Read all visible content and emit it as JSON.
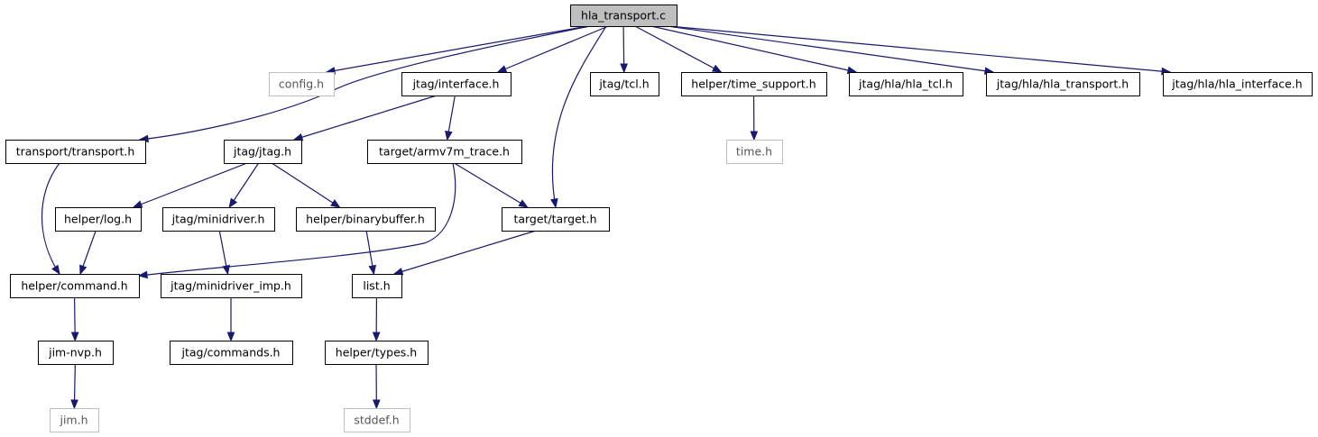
{
  "nodes": [
    {
      "id": "root",
      "label": "hla_transport.c",
      "kind": "root"
    },
    {
      "id": "config",
      "label": "config.h",
      "kind": "external"
    },
    {
      "id": "interface",
      "label": "jtag/interface.h",
      "kind": "file"
    },
    {
      "id": "tcl",
      "label": "jtag/tcl.h",
      "kind": "file"
    },
    {
      "id": "timesupport",
      "label": "helper/time_support.h",
      "kind": "file"
    },
    {
      "id": "hlatcl",
      "label": "jtag/hla/hla_tcl.h",
      "kind": "file"
    },
    {
      "id": "hlatransport",
      "label": "jtag/hla/hla_transport.h",
      "kind": "file"
    },
    {
      "id": "hlainterface",
      "label": "jtag/hla/hla_interface.h",
      "kind": "file"
    },
    {
      "id": "transport",
      "label": "transport/transport.h",
      "kind": "file"
    },
    {
      "id": "jtag",
      "label": "jtag/jtag.h",
      "kind": "file"
    },
    {
      "id": "armv7m",
      "label": "target/armv7m_trace.h",
      "kind": "file"
    },
    {
      "id": "time",
      "label": "time.h",
      "kind": "external"
    },
    {
      "id": "log",
      "label": "helper/log.h",
      "kind": "file"
    },
    {
      "id": "minidriver",
      "label": "jtag/minidriver.h",
      "kind": "file"
    },
    {
      "id": "binarybuffer",
      "label": "helper/binarybuffer.h",
      "kind": "file"
    },
    {
      "id": "target",
      "label": "target/target.h",
      "kind": "file"
    },
    {
      "id": "command",
      "label": "helper/command.h",
      "kind": "file"
    },
    {
      "id": "minidriverimp",
      "label": "jtag/minidriver_imp.h",
      "kind": "file"
    },
    {
      "id": "list",
      "label": "list.h",
      "kind": "file"
    },
    {
      "id": "jimnvp",
      "label": "jim-nvp.h",
      "kind": "file"
    },
    {
      "id": "commands",
      "label": "jtag/commands.h",
      "kind": "file"
    },
    {
      "id": "types",
      "label": "helper/types.h",
      "kind": "file"
    },
    {
      "id": "jim",
      "label": "jim.h",
      "kind": "external"
    },
    {
      "id": "stddef",
      "label": "stddef.h",
      "kind": "external"
    }
  ],
  "edges": [
    {
      "from": "root",
      "to": "config"
    },
    {
      "from": "root",
      "to": "transport"
    },
    {
      "from": "root",
      "to": "interface"
    },
    {
      "from": "root",
      "to": "target"
    },
    {
      "from": "root",
      "to": "tcl"
    },
    {
      "from": "root",
      "to": "timesupport"
    },
    {
      "from": "root",
      "to": "hlatcl"
    },
    {
      "from": "root",
      "to": "hlatransport"
    },
    {
      "from": "root",
      "to": "hlainterface"
    },
    {
      "from": "interface",
      "to": "jtag"
    },
    {
      "from": "interface",
      "to": "armv7m"
    },
    {
      "from": "timesupport",
      "to": "time"
    },
    {
      "from": "transport",
      "to": "command"
    },
    {
      "from": "jtag",
      "to": "log"
    },
    {
      "from": "jtag",
      "to": "minidriver"
    },
    {
      "from": "jtag",
      "to": "binarybuffer"
    },
    {
      "from": "armv7m",
      "to": "command"
    },
    {
      "from": "armv7m",
      "to": "target"
    },
    {
      "from": "log",
      "to": "command"
    },
    {
      "from": "minidriver",
      "to": "minidriverimp"
    },
    {
      "from": "binarybuffer",
      "to": "list"
    },
    {
      "from": "target",
      "to": "list"
    },
    {
      "from": "command",
      "to": "jimnvp"
    },
    {
      "from": "minidriverimp",
      "to": "commands"
    },
    {
      "from": "list",
      "to": "types"
    },
    {
      "from": "jimnvp",
      "to": "jim"
    },
    {
      "from": "types",
      "to": "stddef"
    }
  ],
  "colors": {
    "edge": "#191970",
    "root_fill": "#bfbfbf",
    "external_border": "#bfbfbf",
    "node_border": "#000000"
  }
}
